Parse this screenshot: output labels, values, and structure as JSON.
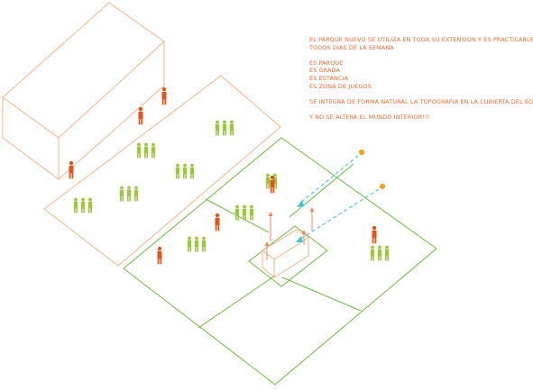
{
  "colors": {
    "park_outline": "#6cba3e",
    "building_outline": "#f2b48a",
    "person_active": "#e0561a",
    "person_group": "#9cc63c",
    "sun_dot": "#f6a31c",
    "light_ray": "#3fc1cf",
    "arrow": "#ef8a5e",
    "text": "#ee6a2a"
  },
  "icons": [
    "person-icon",
    "sun-icon",
    "up-arrow-icon",
    "light-ray-icon"
  ],
  "notes": {
    "line1": "EL PARQUE NUEVO SE UTILIZA EN TODA SU EXTENSION Y ES PRACTICABLE",
    "line2": "TODOS DIAS DE LA SEMANA",
    "uses": [
      "ES PARQUE",
      "ES GRADA",
      "ES ESTANCIA",
      "ES ZONA DE JUEGOS"
    ],
    "integration": "SE INTEGRA DE FORMA NATURAL LA TOPOGRAFIA EN LA CUBIERTA DEL EDIFICIO",
    "interior": "Y NO SE ALTERA EL MUNDO INTERIOR!!!"
  }
}
